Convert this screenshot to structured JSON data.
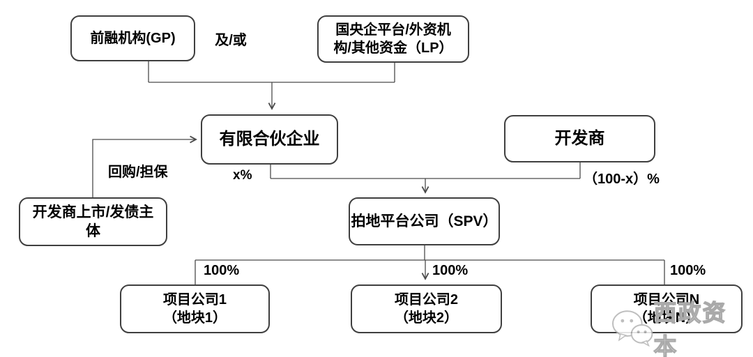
{
  "nodes": {
    "gp": {
      "label": "前融机构(GP)"
    },
    "lp": {
      "line1": "国央企平台/外资机",
      "line2": "构/其他资金（LP）"
    },
    "partnership": {
      "label": "有限合伙企业"
    },
    "developer": {
      "label": "开发商"
    },
    "issuer": {
      "line1": "开发商上市/发债主",
      "line2": "体"
    },
    "spv": {
      "label": "拍地平台公司（SPV）"
    },
    "project1": {
      "line1": "项目公司1",
      "line2": "（地块1）"
    },
    "project2": {
      "line1": "项目公司2",
      "line2": "（地块2）"
    },
    "projectN": {
      "line1": "项目公司N",
      "line2": "（地块N）"
    }
  },
  "edge_labels": {
    "and_or": "及/或",
    "buyback_guarantee": "回购/担保",
    "x_percent": "x%",
    "developer_percent": "（100-x）%",
    "pct_project1": "100%",
    "pct_project2": "100%",
    "pct_projectN": "100%"
  },
  "watermark": {
    "brand": "西政资本",
    "icon": "wechat-icon"
  },
  "colors": {
    "background": "#ffffff",
    "box_border": "#3f3f3f",
    "connector_line": "#4a4a4a",
    "text": "#000000",
    "watermark_gray": "#a9a9a9"
  }
}
